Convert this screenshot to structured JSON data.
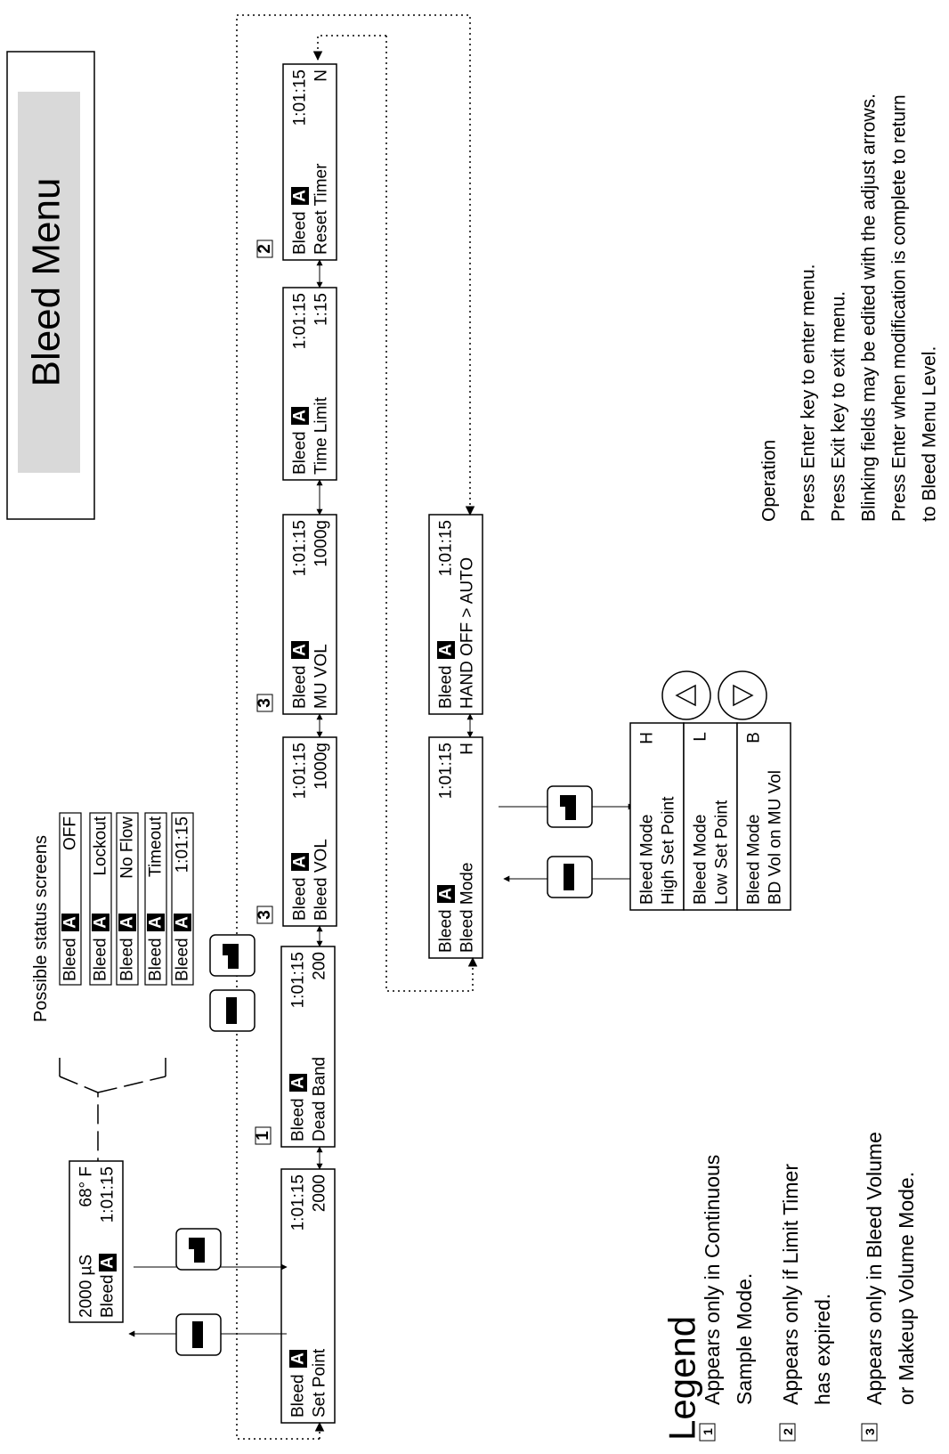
{
  "title": "Bleed Menu",
  "status_caption": "Possible status screens",
  "channel": "A",
  "main_display": {
    "line1_left": "2000 µS",
    "line1_right": "68° F",
    "line2_label": "Bleed",
    "line2_time": "1:01:15"
  },
  "status_screens": [
    {
      "label": "Bleed",
      "value": "OFF"
    },
    {
      "label": "Bleed",
      "value": "Lockout"
    },
    {
      "label": "Bleed",
      "value": "No Flow"
    },
    {
      "label": "Bleed",
      "value": "Timeout"
    },
    {
      "label": "Bleed",
      "value": "1:01:15"
    }
  ],
  "menu_screens": {
    "set_point": {
      "label": "Bleed",
      "time": "1:01:15",
      "param": "Set Point",
      "value": "2000"
    },
    "dead_band": {
      "label": "Bleed",
      "time": "1:01:15",
      "param": "Dead Band",
      "value": "200",
      "marker": "1"
    },
    "bleed_vol": {
      "label": "Bleed",
      "time": "1:01:15",
      "param": "Bleed VOL",
      "value": "1000g",
      "marker": "3"
    },
    "mu_vol": {
      "label": "Bleed",
      "time": "1:01:15",
      "param": "MU VOL",
      "value": "1000g",
      "marker": "3"
    },
    "time_limit": {
      "label": "Bleed",
      "time": "1:01:15",
      "param": "Time Limit",
      "value": "1:15"
    },
    "reset_timer": {
      "label": "Bleed",
      "time": "1:01:15",
      "param": "Reset Timer",
      "value": "N",
      "marker": "2"
    },
    "bleed_mode": {
      "label": "Bleed",
      "time": "1:01:15",
      "param": "Bleed Mode",
      "value": "H"
    },
    "hand_off_auto": {
      "label": "Bleed",
      "time": "1:01:15",
      "param": "HAND  OFF > AUTO",
      "value": ""
    }
  },
  "mode_options": [
    {
      "line1": "Bleed Mode",
      "code": "H",
      "line2": "High Set Point"
    },
    {
      "line1": "Bleed Mode",
      "code": "L",
      "line2": "Low Set Point"
    },
    {
      "line1": "Bleed Mode",
      "code": "B",
      "line2": "BD Vol on MU Vol"
    }
  ],
  "operation": {
    "heading": "Operation",
    "lines": [
      "Press Enter key to enter menu.",
      "Press Exit key to exit menu.",
      "Blinking fields may be edited with the adjust arrows.",
      "Press Enter when modification is complete to return",
      "to Bleed Menu Level."
    ]
  },
  "legend": {
    "heading": "Legend",
    "items": [
      {
        "marker": "1",
        "line1": "Appears only in Continuous",
        "line2": "Sample Mode."
      },
      {
        "marker": "2",
        "line1": "Appears only if Limit Timer",
        "line2": "has expired."
      },
      {
        "marker": "3",
        "line1": "Appears only in Bleed Volume",
        "line2": "or Makeup Volume Mode."
      }
    ]
  },
  "icons": [
    "enter-key-icon",
    "exit-key-icon",
    "left-arrow-key-icon",
    "right-arrow-key-icon"
  ]
}
